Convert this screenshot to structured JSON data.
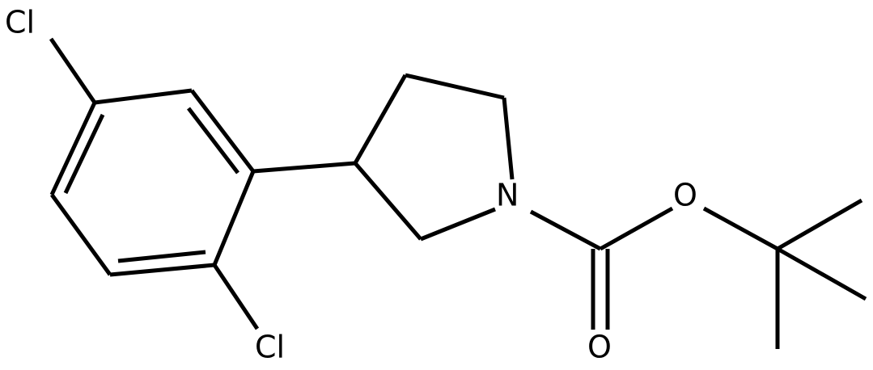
{
  "molecule": {
    "atoms": {
      "cl_top": "Cl",
      "cl_bottom": "Cl",
      "nitrogen": "N",
      "ester_oxygen": "O",
      "carbonyl_oxygen": "O"
    }
  },
  "colors": {
    "bond": "#000000",
    "label": "#000000",
    "background": "#ffffff"
  }
}
